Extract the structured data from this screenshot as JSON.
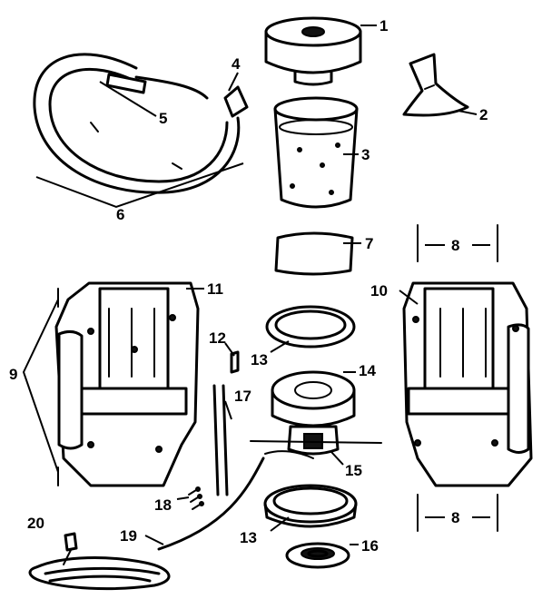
{
  "callouts": {
    "c1": "1",
    "c2": "2",
    "c3": "3",
    "c4": "4",
    "c5": "5",
    "c6": "6",
    "c7": "7",
    "c8a": "8",
    "c8b": "8",
    "c9": "9",
    "c10": "10",
    "c11": "11",
    "c12": "12",
    "c13a": "13",
    "c13b": "13",
    "c14": "14",
    "c15": "15",
    "c16": "16",
    "c17": "17",
    "c18": "18",
    "c19": "19",
    "c20": "20"
  },
  "colors": {
    "ink": "#000000",
    "paper": "#ffffff"
  }
}
